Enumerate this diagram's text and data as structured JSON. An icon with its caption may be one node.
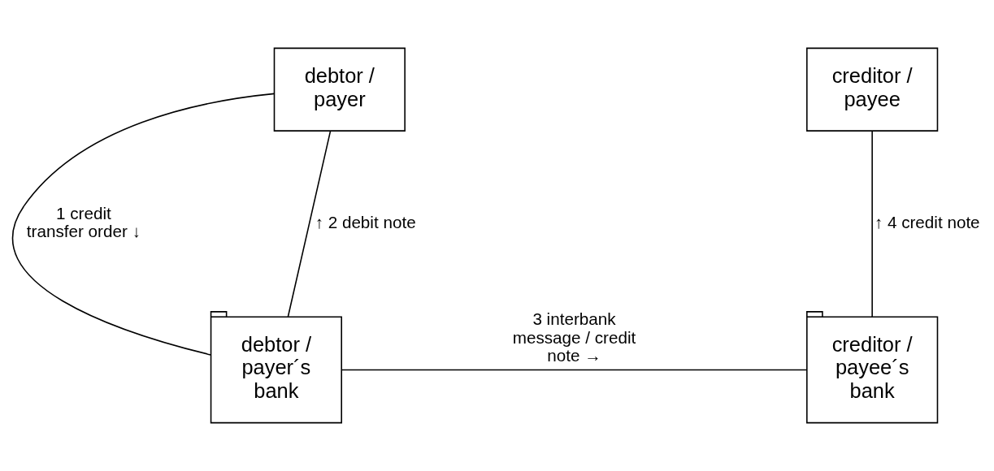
{
  "diagram": {
    "nodes": [
      {
        "text": [
          "debtor / payer"
        ]
      },
      {
        "text": [
          "creditor / payee"
        ]
      },
      {
        "text": [
          "debtor / payer´s bank"
        ]
      },
      {
        "text": [
          "creditor / payee´s bank"
        ]
      }
    ],
    "edges": [
      {
        "from": 0,
        "to": 2,
        "arrow": "none",
        "label": "1 credit transfer order ↓"
      },
      {
        "from": 2,
        "to": 0,
        "arrow": "none",
        "label": "↑ 2 debit note"
      },
      {
        "from": 2,
        "to": 3,
        "arrow": "none",
        "label": "3 interbank message / credit note →"
      },
      {
        "from": 3,
        "to": 1,
        "arrow": "none",
        "label": "↑ 4 credit note"
      }
    ]
  }
}
